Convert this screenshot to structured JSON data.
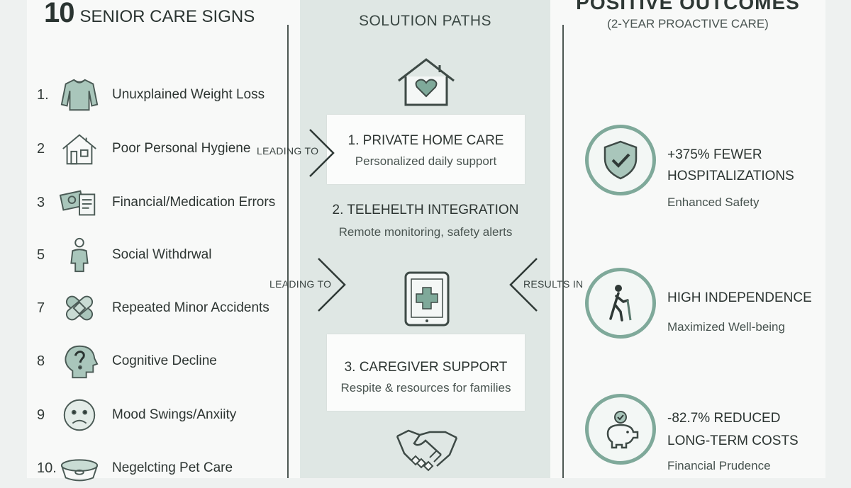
{
  "left": {
    "title_number": "10",
    "title_text": "SENIOR CARE SIGNS",
    "signs": [
      {
        "num": "1.",
        "label": "Unuxplained Weight Loss",
        "icon": "sweater-icon"
      },
      {
        "num": "2",
        "label": "Poor Personal Hygiene",
        "icon": "house-icon"
      },
      {
        "num": "3",
        "label": "Financial/Medication Errors",
        "icon": "money-document-icon"
      },
      {
        "num": "5",
        "label": "Social Withdrwal",
        "icon": "person-icon"
      },
      {
        "num": "7",
        "label": "Repeated Minor Accidents",
        "icon": "bandage-icon"
      },
      {
        "num": "8",
        "label": "Cognitive Decline",
        "icon": "head-question-icon"
      },
      {
        "num": "9",
        "label": "Mood Swings/Anxiity",
        "icon": "sad-face-icon"
      },
      {
        "num": "10.",
        "label": "Negelcting Pet Care",
        "icon": "pet-bowl-icon"
      }
    ]
  },
  "middle": {
    "title": "SOLUTION PATHS",
    "solutions": [
      {
        "title": "1. PRIVATE HOME CARE",
        "desc": "Personalized daily support"
      },
      {
        "title": "2. TELEHELTH INTEGRATION",
        "desc": "Remote monitoring, safety alerts"
      },
      {
        "title": "3. CAREGIVER SUPPORT",
        "desc": "Respite & resources for families"
      }
    ],
    "icons": [
      "house-heart-icon",
      "tablet-medical-icon",
      "handshake-icon"
    ]
  },
  "connectors": {
    "leading_to_1": "LEADING TO",
    "leading_to_2": "LEADING TO",
    "results_in": "RESULTS IN"
  },
  "right": {
    "title": "POSITIVE OUTCOMES",
    "subtitle": "(2-YEAR PROACTIVE CARE)",
    "outcomes": [
      {
        "line1": "+375% FEWER",
        "line2": "HOSPITALIZATIONS",
        "sub": "Enhanced Safety",
        "icon": "shield-check-icon"
      },
      {
        "line1": "HIGH INDEPENDENCE",
        "line2": "",
        "sub": "Maximized Well-being",
        "icon": "walking-cane-icon"
      },
      {
        "line1": "-82.7% REDUCED",
        "line2": "LONG-TERM COSTS",
        "sub": "Financial Prudence",
        "icon": "piggy-bank-icon"
      }
    ]
  },
  "colors": {
    "accent": "#7fa99a",
    "middle_panel": "#dfe7e4",
    "line": "#4d5753"
  }
}
